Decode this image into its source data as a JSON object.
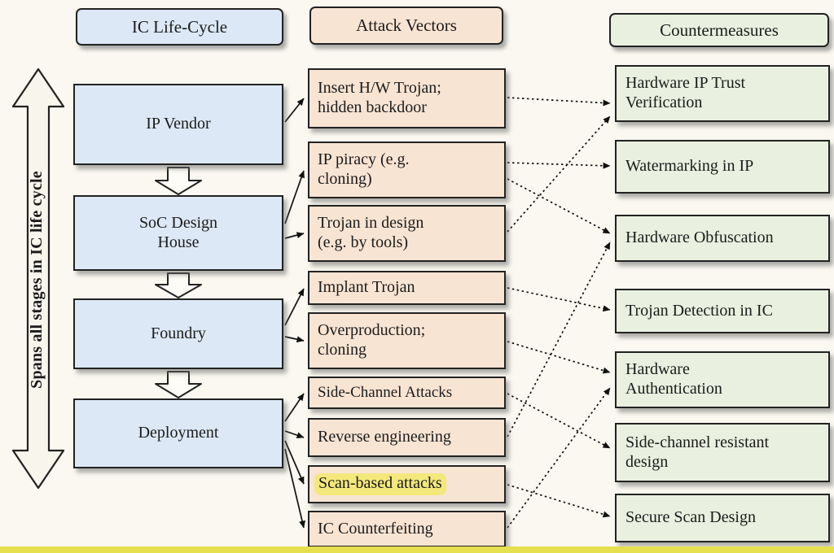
{
  "headers": {
    "lifecycle": "IC Life-Cycle",
    "attacks": "Attack Vectors",
    "countermeasures": "Countermeasures"
  },
  "side_label": "Spans all stages in IC life cycle",
  "lifecycle": {
    "stages": [
      {
        "label": "IP Vendor"
      },
      {
        "label": "SoC Design\nHouse"
      },
      {
        "label": "Foundry"
      },
      {
        "label": "Deployment"
      }
    ]
  },
  "attacks": [
    {
      "label": "Insert H/W Trojan;\nhidden backdoor"
    },
    {
      "label": "IP piracy (e.g.\ncloning)"
    },
    {
      "label": "Trojan in design\n(e.g. by tools)"
    },
    {
      "label": "Implant Trojan"
    },
    {
      "label": "Overproduction;\ncloning"
    },
    {
      "label": "Side-Channel Attacks"
    },
    {
      "label": "Reverse engineering"
    },
    {
      "label": "Scan-based attacks",
      "highlighted": true
    },
    {
      "label": "IC Counterfeiting"
    }
  ],
  "countermeasures": [
    {
      "label": "Hardware IP Trust\nVerification"
    },
    {
      "label": "Watermarking in IP"
    },
    {
      "label": "Hardware Obfuscation"
    },
    {
      "label": "Trojan Detection in IC"
    },
    {
      "label": "Hardware\nAuthentication"
    },
    {
      "label": "Side-channel resistant\ndesign"
    },
    {
      "label": "Secure Scan Design"
    }
  ],
  "connections": {
    "lifecycle_to_attack": [
      [
        0,
        0
      ],
      [
        1,
        1
      ],
      [
        1,
        2
      ],
      [
        2,
        3
      ],
      [
        2,
        4
      ],
      [
        3,
        5
      ],
      [
        3,
        6
      ],
      [
        3,
        7
      ],
      [
        3,
        8
      ]
    ],
    "attack_to_countermeasure": [
      [
        0,
        0
      ],
      [
        1,
        1
      ],
      [
        1,
        2
      ],
      [
        2,
        0
      ],
      [
        3,
        3
      ],
      [
        4,
        4
      ],
      [
        5,
        5
      ],
      [
        6,
        2
      ],
      [
        7,
        6
      ],
      [
        8,
        4
      ]
    ]
  },
  "colors": {
    "lifecycle_fill": "#dce8f5",
    "attack_fill": "#f8e4d3",
    "countermeasure_fill": "#e9f0df",
    "highlight": "#f3e87b",
    "border": "#222222",
    "background": "#faf8f0",
    "bottom_strip": "#e6df4e"
  }
}
